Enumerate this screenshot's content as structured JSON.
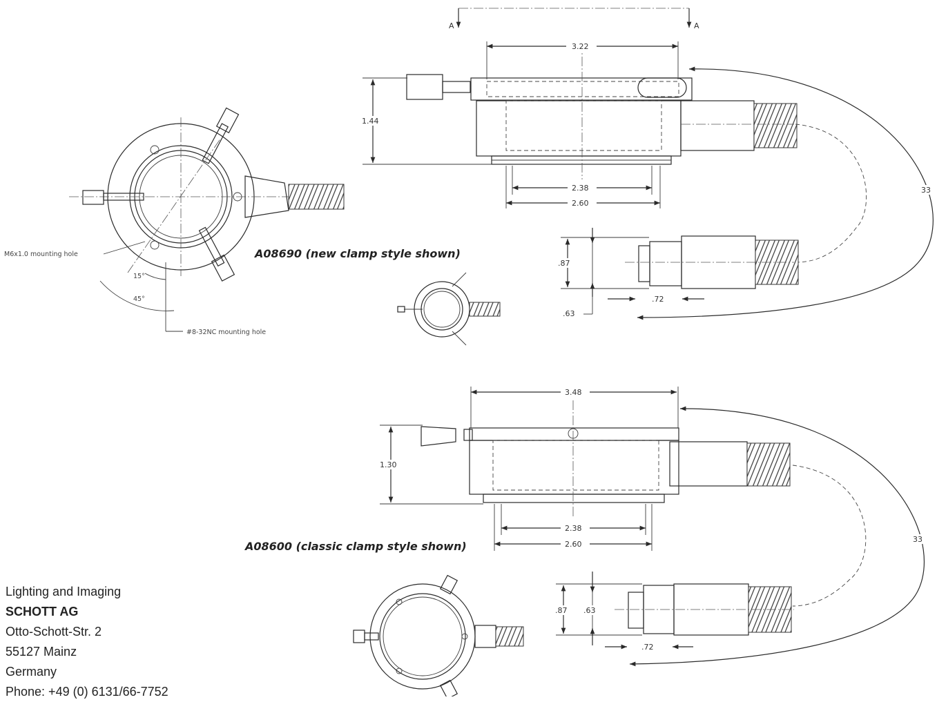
{
  "section_marks": [
    "A",
    "A"
  ],
  "drawing1": {
    "caption": "A08690 (new clamp style shown)",
    "dims": {
      "width_top": "3.22",
      "height": "1.44",
      "inner": "2.38",
      "outer": "2.60",
      "cable_length": "33",
      "tip_height": ".87",
      "tip_offset": ".63",
      "tip_length": ".72"
    },
    "notes": {
      "m6_hole": "M6x1.0 mounting hole",
      "angle_15": "15°",
      "angle_45": "45°",
      "screw_hole": "#8-32NC mounting hole"
    }
  },
  "drawing2": {
    "caption": "A08600 (classic clamp style shown)",
    "dims": {
      "width_top": "3.48",
      "height": "1.30",
      "inner": "2.38",
      "outer": "2.60",
      "cable_length": "33",
      "tip_height": ".87",
      "tip_offset": ".63",
      "tip_length": ".72"
    }
  },
  "address": {
    "line1": "Lighting and Imaging",
    "company": "SCHOTT AG",
    "street": "Otto-Schott-Str. 2",
    "city": "55127 Mainz",
    "country": "Germany",
    "phone": "Phone:  +49 (0) 6131/66-7752"
  }
}
